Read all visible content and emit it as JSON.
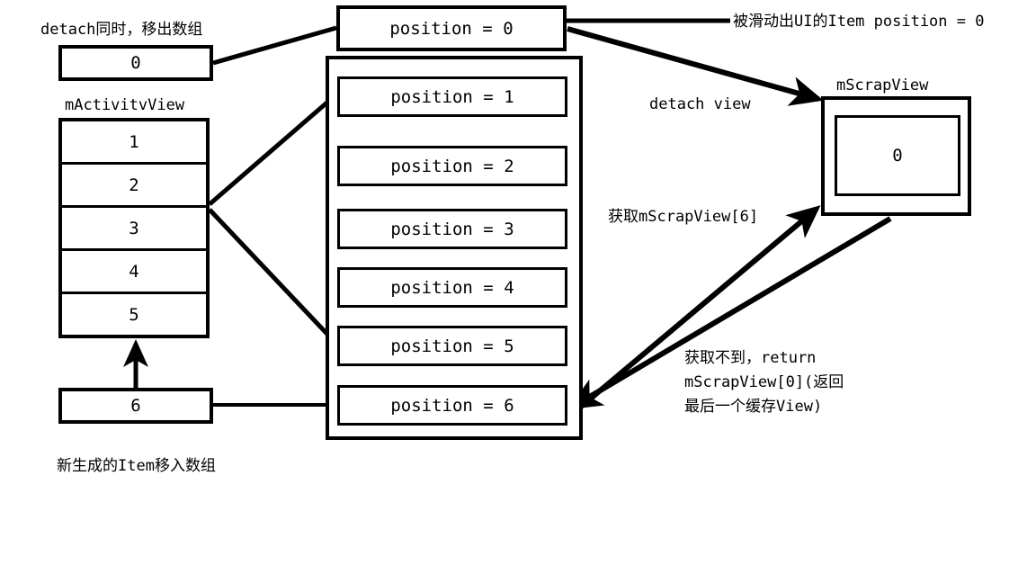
{
  "diagram": {
    "title": "RecyclerView / ListView recycle flow diagram",
    "stroke_color": "#000000",
    "background_color": "#ffffff"
  },
  "annotations": {
    "detach_remove": "detach同时，移出数组",
    "activity_view_label": "mActivitvView",
    "new_item_added": "新生成的Item移入数组",
    "scrolled_out": "被滑动出UI的Item position = 0",
    "detach_view": "detach view",
    "scrap_view_label": "mScrapView",
    "get_scrap_6": "获取mScrapView[6]",
    "fallback_text": "获取不到，return\nmScrapView[0](返回\n最后一个缓存View)"
  },
  "detached_item": {
    "value": "0"
  },
  "activity_view": {
    "rows": [
      "1",
      "2",
      "3",
      "4",
      "5"
    ]
  },
  "new_item": {
    "value": "6"
  },
  "recycler": {
    "floating_item": "position = 0",
    "items": [
      "position = 1",
      "position = 2",
      "position = 3",
      "position = 4",
      "position = 5",
      "position = 6"
    ]
  },
  "scrap_view": {
    "cached_value": "0"
  }
}
